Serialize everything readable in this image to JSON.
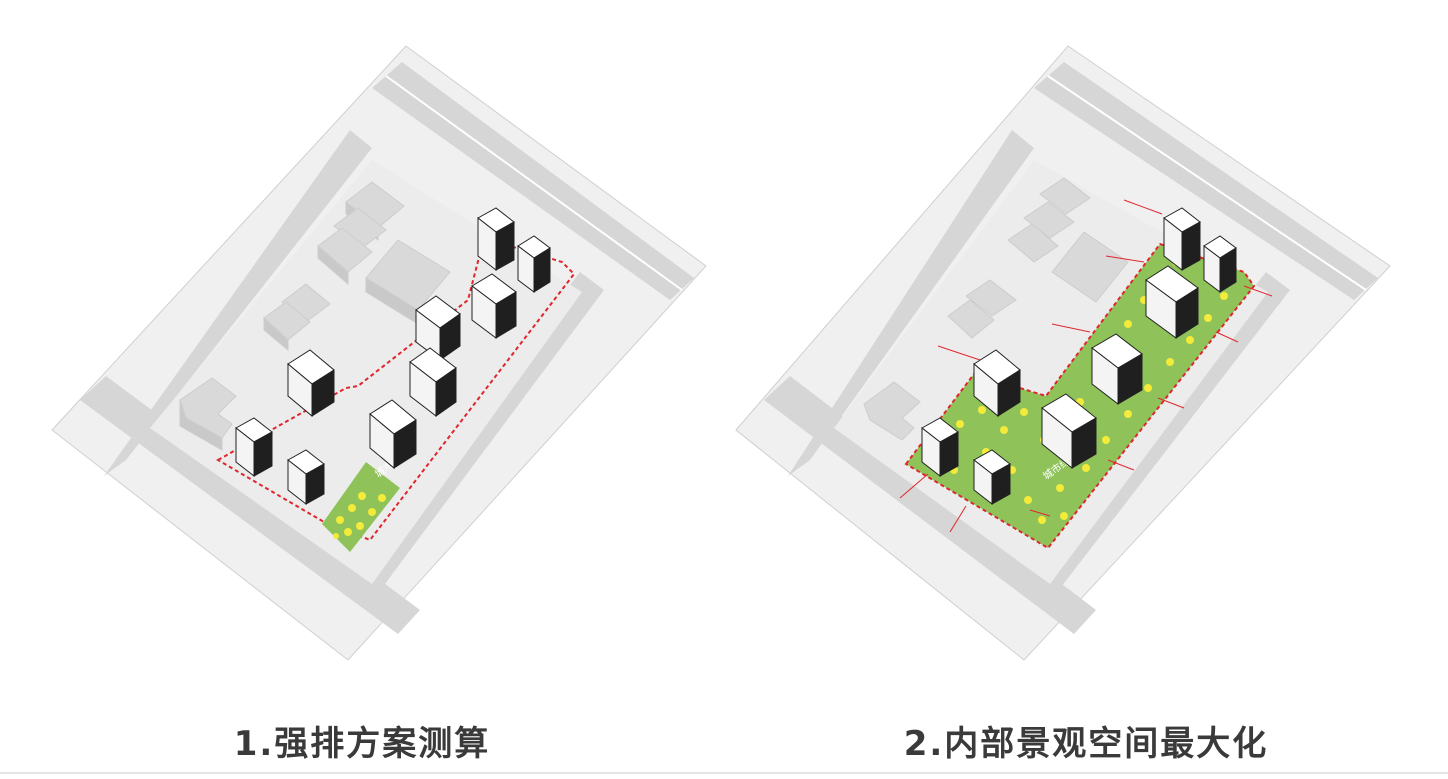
{
  "panels": [
    {
      "caption": "1.强排方案测算",
      "green_label": "城市绿地"
    },
    {
      "caption": "2.内部景观空间最大化",
      "green_label": "城市绿地"
    }
  ],
  "colors": {
    "site": "#f2f2f2",
    "road": "#d4d4d4",
    "block": "#ebebeb",
    "context_building": "#d9d9d9",
    "tower_top": "#ffffff",
    "tower_side": "#1f1f1f",
    "green": "#8fc35a",
    "tree": "#f3ea3a",
    "boundary": "#e0262d"
  }
}
